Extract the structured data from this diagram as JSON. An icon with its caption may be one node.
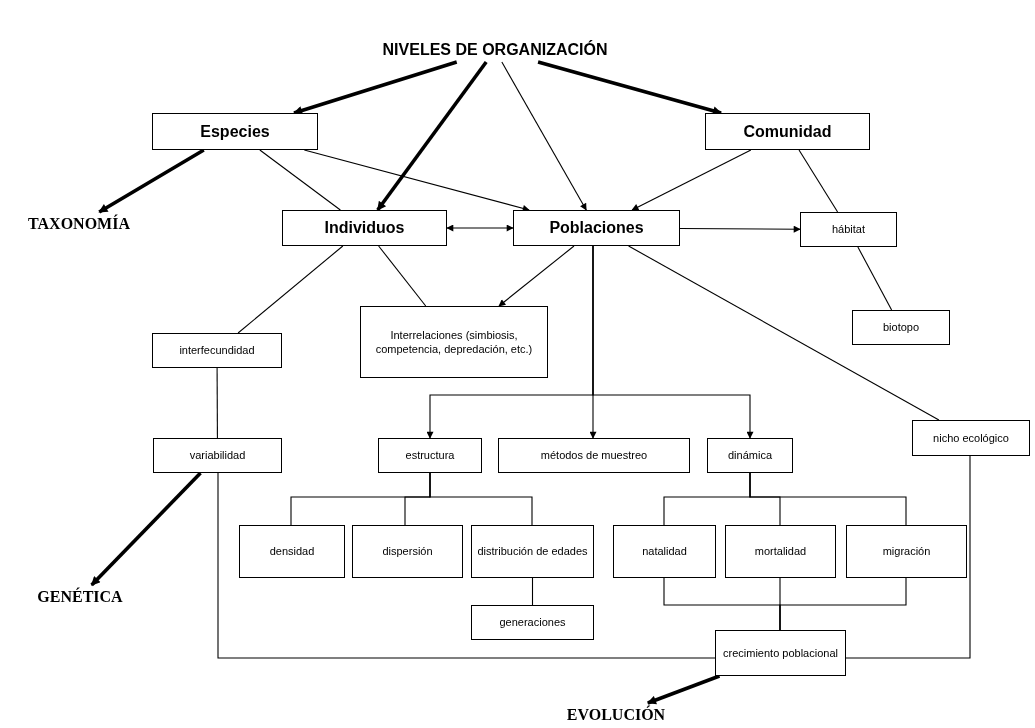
{
  "diagram": {
    "nodes": [
      {
        "text": [
          "NIVELES DE ORGANIZACIÓN"
        ]
      },
      {
        "text": [
          "Especies"
        ]
      },
      {
        "text": [
          "Comunidad"
        ]
      },
      {
        "text": [
          "TAXONOMÍA"
        ]
      },
      {
        "text": [
          "Individuos"
        ]
      },
      {
        "text": [
          "Poblaciones"
        ]
      },
      {
        "text": [
          "hábitat"
        ]
      },
      {
        "text": [
          "interfecundidad"
        ]
      },
      {
        "text": [
          "Interrelaciones (simbiosis, competencia, depredación, etc.)"
        ]
      },
      {
        "text": [
          "biotopo"
        ]
      },
      {
        "text": [
          "variabilidad"
        ]
      },
      {
        "text": [
          "estructura"
        ]
      },
      {
        "text": [
          "métodos de muestreo"
        ]
      },
      {
        "text": [
          "dinámica"
        ]
      },
      {
        "text": [
          "nicho ecológico"
        ]
      },
      {
        "text": [
          "GENÉTICA"
        ]
      },
      {
        "text": [
          "densidad"
        ]
      },
      {
        "text": [
          "dispersión"
        ]
      },
      {
        "text": [
          "distribución de edades"
        ]
      },
      {
        "text": [
          "natalidad"
        ]
      },
      {
        "text": [
          "mortalidad"
        ]
      },
      {
        "text": [
          "migración"
        ]
      },
      {
        "text": [
          "generaciones"
        ]
      },
      {
        "text": [
          "crecimiento poblacional"
        ]
      },
      {
        "text": [
          "EVOLUCIÓN"
        ]
      }
    ],
    "edges": [
      {
        "from": 0,
        "to": 1,
        "arrow": "to",
        "style": "thick"
      },
      {
        "from": 0,
        "to": 4,
        "arrow": "to",
        "style": "thick"
      },
      {
        "from": 0,
        "to": 5,
        "arrow": "to"
      },
      {
        "from": 0,
        "to": 2,
        "arrow": "to",
        "style": "thick"
      },
      {
        "from": 1,
        "to": 3,
        "arrow": "to",
        "style": "thick"
      },
      {
        "from": 1,
        "to": 4,
        "arrow": "none"
      },
      {
        "from": 1,
        "to": 5,
        "arrow": "to"
      },
      {
        "from": 2,
        "to": 5,
        "arrow": "to"
      },
      {
        "from": 2,
        "to": 6,
        "arrow": "none"
      },
      {
        "from": 4,
        "to": 5,
        "arrow": "both"
      },
      {
        "from": 5,
        "to": 6,
        "arrow": "to"
      },
      {
        "from": 4,
        "to": 7,
        "arrow": "none"
      },
      {
        "from": 4,
        "to": 8,
        "arrow": "none"
      },
      {
        "from": 5,
        "to": 8,
        "arrow": "to"
      },
      {
        "from": 6,
        "to": 9,
        "arrow": "none"
      },
      {
        "from": 5,
        "to": 11,
        "arrow": "to"
      },
      {
        "from": 5,
        "to": 12,
        "arrow": "to"
      },
      {
        "from": 5,
        "to": 13,
        "arrow": "to"
      },
      {
        "from": 5,
        "to": 14,
        "arrow": "none"
      },
      {
        "from": 7,
        "to": 10,
        "arrow": "none"
      },
      {
        "from": 10,
        "to": 15,
        "arrow": "to",
        "style": "thick"
      },
      {
        "from": 11,
        "to": 16,
        "arrow": "none"
      },
      {
        "from": 11,
        "to": 17,
        "arrow": "none"
      },
      {
        "from": 11,
        "to": 18,
        "arrow": "none"
      },
      {
        "from": 13,
        "to": 19,
        "arrow": "none"
      },
      {
        "from": 13,
        "to": 20,
        "arrow": "none"
      },
      {
        "from": 13,
        "to": 21,
        "arrow": "none"
      },
      {
        "from": 18,
        "to": 22,
        "arrow": "none"
      },
      {
        "from": 19,
        "to": 23,
        "arrow": "none"
      },
      {
        "from": 20,
        "to": 23,
        "arrow": "none"
      },
      {
        "from": 21,
        "to": 23,
        "arrow": "none"
      },
      {
        "from": 10,
        "to": 23,
        "arrow": "none"
      },
      {
        "from": 14,
        "to": 23,
        "arrow": "none"
      },
      {
        "from": 23,
        "to": 24,
        "arrow": "to",
        "style": "thick"
      }
    ]
  }
}
